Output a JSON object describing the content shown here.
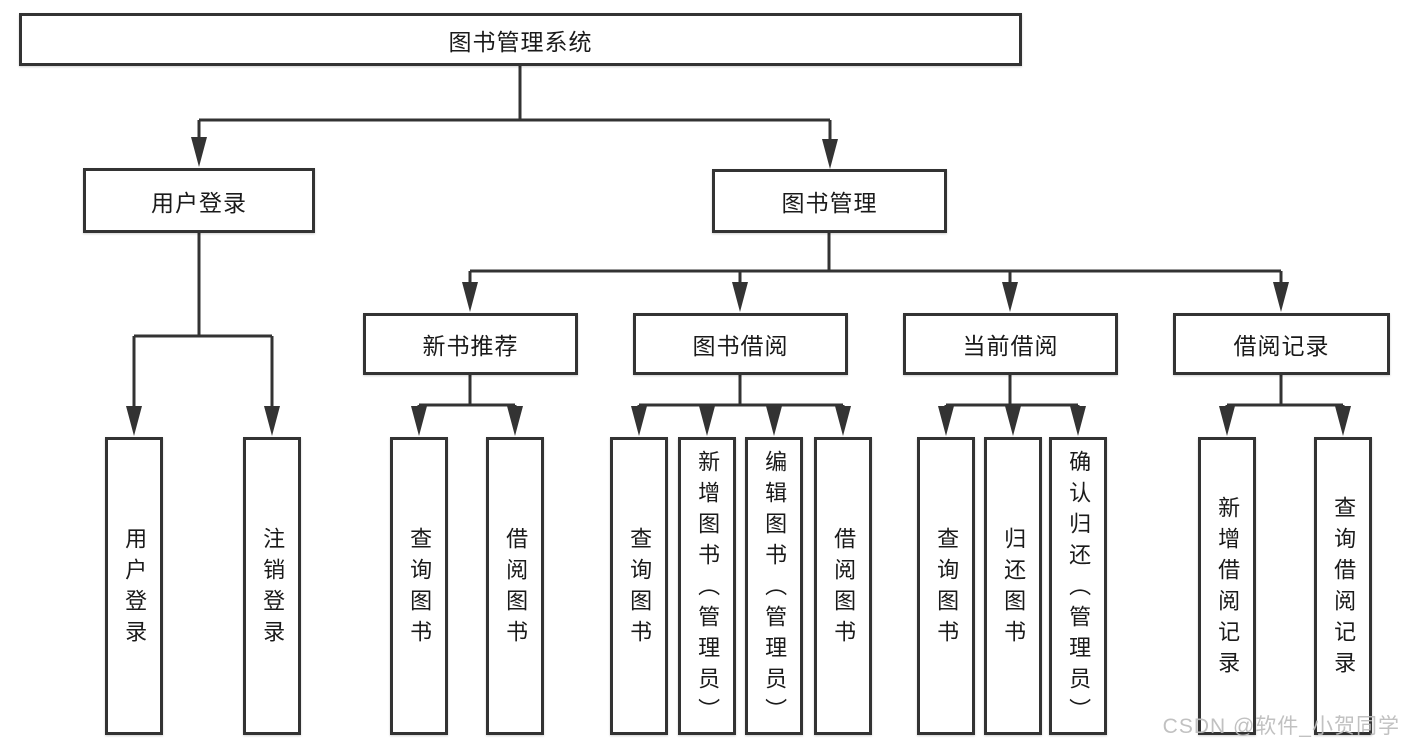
{
  "diagram": {
    "title_node": "图书管理系统",
    "nodes": {
      "root": "图书管理系统",
      "user_login": "用户登录",
      "book_mgmt": "图书管理",
      "new_book_rec": "新书推荐",
      "book_borrow": "图书借阅",
      "current_borrow": "当前借阅",
      "borrow_records": "借阅记录"
    },
    "leaves": {
      "user_login": [
        "用户登录",
        "注销登录"
      ],
      "new_book_rec": [
        "查询图书",
        "借阅图书"
      ],
      "book_borrow": [
        "查询图书",
        "新增图书（管理员）",
        "编辑图书（管理员）",
        "借阅图书"
      ],
      "current_borrow": [
        "查询图书",
        "归还图书",
        "确认归还（管理员）"
      ],
      "borrow_records": [
        "新增借阅记录",
        "查询借阅记录"
      ]
    },
    "colors": {
      "line": "#333333",
      "box_background": "#ffffff",
      "text": "#1a1a1a",
      "watermark": "#bcbcbc"
    }
  },
  "watermark": "CSDN @软件_小贺同学"
}
